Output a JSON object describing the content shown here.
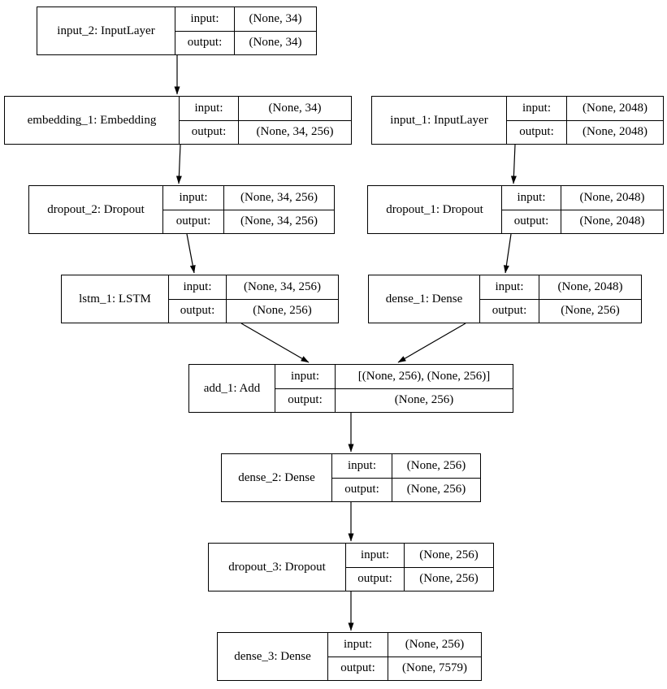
{
  "diagram": {
    "type": "keras-model-architecture",
    "colors": {
      "background": "#ffffff",
      "node_border": "#000000",
      "node_fill": "#ffffff",
      "text": "#000000",
      "edge": "#000000"
    },
    "io_header_labels": {
      "input": "input:",
      "output": "output:"
    },
    "nodes": [
      {
        "id": "input_2",
        "name": "input_2: InputLayer",
        "rows": [
          {
            "label": "input:",
            "value": "(None, 34)"
          },
          {
            "label": "output:",
            "value": "(None, 34)"
          }
        ]
      },
      {
        "id": "embedding_1",
        "name": "embedding_1: Embedding",
        "rows": [
          {
            "label": "input:",
            "value": "(None, 34)"
          },
          {
            "label": "output:",
            "value": "(None, 34, 256)"
          }
        ]
      },
      {
        "id": "dropout_2",
        "name": "dropout_2: Dropout",
        "rows": [
          {
            "label": "input:",
            "value": "(None, 34, 256)"
          },
          {
            "label": "output:",
            "value": "(None, 34, 256)"
          }
        ]
      },
      {
        "id": "lstm_1",
        "name": "lstm_1: LSTM",
        "rows": [
          {
            "label": "input:",
            "value": "(None, 34, 256)"
          },
          {
            "label": "output:",
            "value": "(None, 256)"
          }
        ]
      },
      {
        "id": "input_1",
        "name": "input_1: InputLayer",
        "rows": [
          {
            "label": "input:",
            "value": "(None, 2048)"
          },
          {
            "label": "output:",
            "value": "(None, 2048)"
          }
        ]
      },
      {
        "id": "dropout_1",
        "name": "dropout_1: Dropout",
        "rows": [
          {
            "label": "input:",
            "value": "(None, 2048)"
          },
          {
            "label": "output:",
            "value": "(None, 2048)"
          }
        ]
      },
      {
        "id": "dense_1",
        "name": "dense_1: Dense",
        "rows": [
          {
            "label": "input:",
            "value": "(None, 2048)"
          },
          {
            "label": "output:",
            "value": "(None, 256)"
          }
        ]
      },
      {
        "id": "add_1",
        "name": "add_1: Add",
        "rows": [
          {
            "label": "input:",
            "value": "[(None, 256), (None, 256)]"
          },
          {
            "label": "output:",
            "value": "(None, 256)"
          }
        ]
      },
      {
        "id": "dense_2",
        "name": "dense_2: Dense",
        "rows": [
          {
            "label": "input:",
            "value": "(None, 256)"
          },
          {
            "label": "output:",
            "value": "(None, 256)"
          }
        ]
      },
      {
        "id": "dropout_3",
        "name": "dropout_3: Dropout",
        "rows": [
          {
            "label": "input:",
            "value": "(None, 256)"
          },
          {
            "label": "output:",
            "value": "(None, 256)"
          }
        ]
      },
      {
        "id": "dense_3",
        "name": "dense_3: Dense",
        "rows": [
          {
            "label": "input:",
            "value": "(None, 256)"
          },
          {
            "label": "output:",
            "value": "(None, 7579)"
          }
        ]
      }
    ],
    "edges": [
      {
        "from": "input_2",
        "to": "embedding_1"
      },
      {
        "from": "embedding_1",
        "to": "dropout_2"
      },
      {
        "from": "dropout_2",
        "to": "lstm_1"
      },
      {
        "from": "lstm_1",
        "to": "add_1"
      },
      {
        "from": "input_1",
        "to": "dropout_1"
      },
      {
        "from": "dropout_1",
        "to": "dense_1"
      },
      {
        "from": "dense_1",
        "to": "add_1"
      },
      {
        "from": "add_1",
        "to": "dense_2"
      },
      {
        "from": "dense_2",
        "to": "dropout_3"
      },
      {
        "from": "dropout_3",
        "to": "dense_3"
      }
    ]
  }
}
